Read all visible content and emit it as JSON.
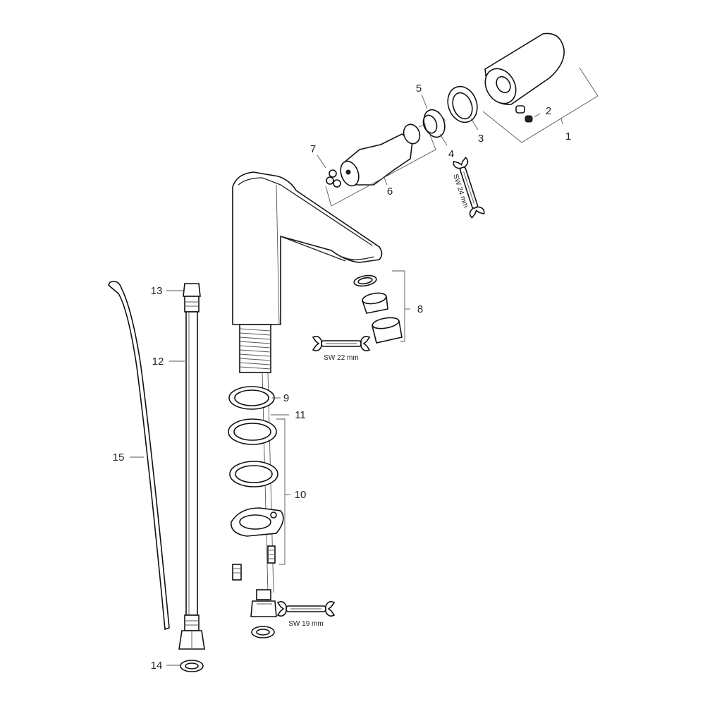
{
  "parts": {
    "p1": "1",
    "p2": "2",
    "p3": "3",
    "p4": "4",
    "p5": "5",
    "p6": "6",
    "p7": "7",
    "p8": "8",
    "p9": "9",
    "p10": "10",
    "p11": "11",
    "p12": "12",
    "p13": "13",
    "p14": "14",
    "p15": "15"
  },
  "wrenches": {
    "sw24": "SW 24 mm",
    "sw22": "SW 22 mm",
    "sw19": "SW 19 mm"
  }
}
